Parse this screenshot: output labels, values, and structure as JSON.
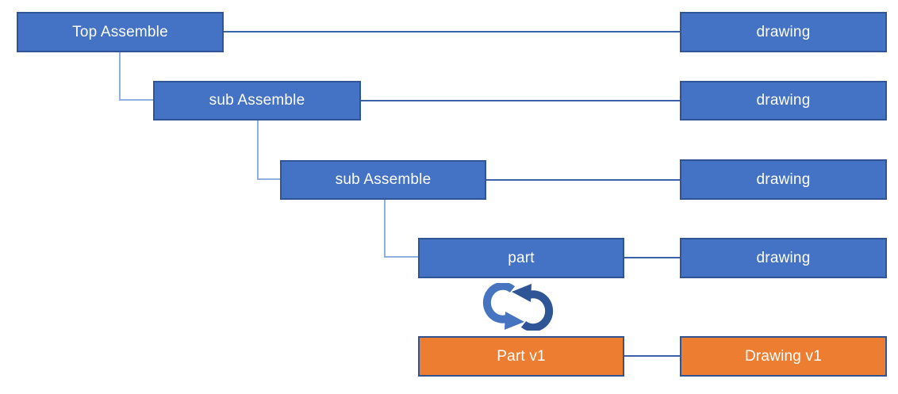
{
  "colors": {
    "blue_fill": "#4472C4",
    "blue_border": "#2F5597",
    "orange_fill": "#ED7D31",
    "orange_border": "#31538F",
    "connector": "#3A62A8",
    "elbow": "#8FB0DC",
    "icon_left": "#4674C1",
    "icon_right": "#2F5597",
    "text": "#FFFFFF"
  },
  "tree": {
    "levels": [
      {
        "label": "Top Assemble",
        "drawing_label": "drawing"
      },
      {
        "label": "sub Assemble",
        "drawing_label": "drawing"
      },
      {
        "label": "sub Assemble",
        "drawing_label": "drawing"
      },
      {
        "label": "part",
        "drawing_label": "drawing"
      }
    ],
    "version_row": {
      "part_label": "Part v1",
      "drawing_label": "Drawing v1"
    },
    "icon": "sync-arrows"
  }
}
